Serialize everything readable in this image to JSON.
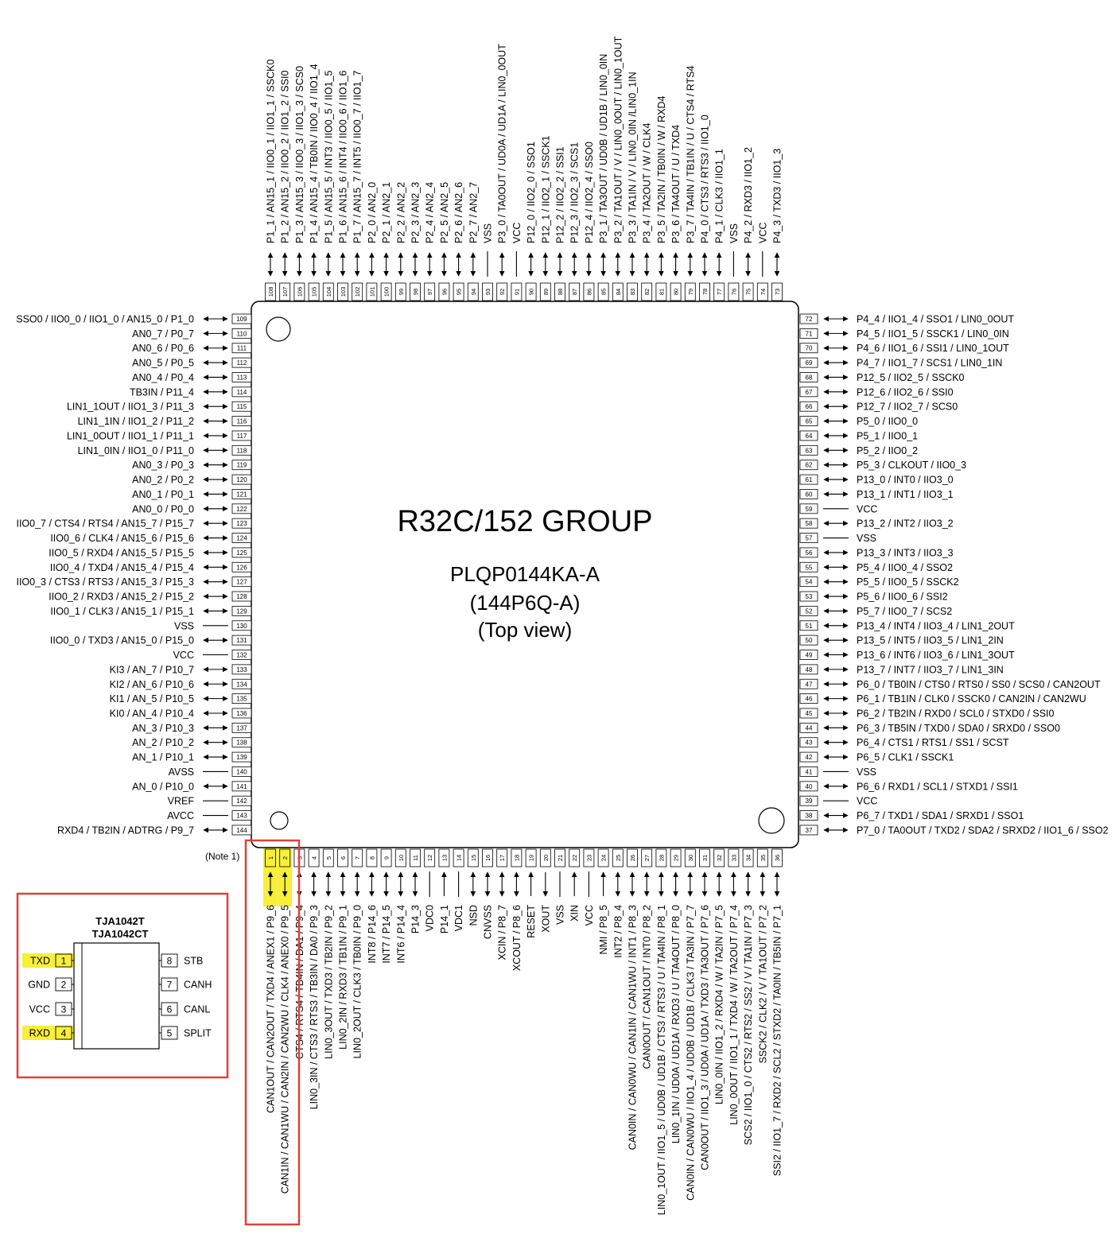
{
  "chip": {
    "title": "R32C/152 GROUP",
    "package": "PLQP0144KA-A",
    "package_alt": "(144P6Q-A)",
    "view": "(Top view)"
  },
  "note_label": "(Note 1)",
  "left_pins": [
    {
      "num": "109",
      "label": "SSO0 / IIO0_0 / IIO1_0 / AN15_0 / P1_0",
      "dir": "bi"
    },
    {
      "num": "110",
      "label": "AN0_7 / P0_7",
      "dir": "bi"
    },
    {
      "num": "111",
      "label": "AN0_6 / P0_6",
      "dir": "bi"
    },
    {
      "num": "112",
      "label": "AN0_5 / P0_5",
      "dir": "bi"
    },
    {
      "num": "113",
      "label": "AN0_4 / P0_4",
      "dir": "bi"
    },
    {
      "num": "114",
      "label": "TB3IN / P11_4",
      "dir": "bi"
    },
    {
      "num": "115",
      "label": "LIN1_1OUT / IIO1_3 / P11_3",
      "dir": "bi"
    },
    {
      "num": "116",
      "label": "LIN1_1IN / IIO1_2 / P11_2",
      "dir": "bi"
    },
    {
      "num": "117",
      "label": "LIN1_0OUT / IIO1_1 / P11_1",
      "dir": "bi"
    },
    {
      "num": "118",
      "label": "LIN1_0IN / IIO1_0 / P11_0",
      "dir": "bi"
    },
    {
      "num": "119",
      "label": "AN0_3 / P0_3",
      "dir": "bi"
    },
    {
      "num": "120",
      "label": "AN0_2 / P0_2",
      "dir": "bi"
    },
    {
      "num": "121",
      "label": "AN0_1 / P0_1",
      "dir": "bi"
    },
    {
      "num": "122",
      "label": "AN0_0 / P0_0",
      "dir": "bi"
    },
    {
      "num": "123",
      "label": "IIO0_7 / CTS4 / RTS4 / AN15_7 / P15_7",
      "dir": "bi"
    },
    {
      "num": "124",
      "label": "IIO0_6 / CLK4 / AN15_6 / P15_6",
      "dir": "bi"
    },
    {
      "num": "125",
      "label": "IIO0_5 / RXD4 / AN15_5 / P15_5",
      "dir": "bi"
    },
    {
      "num": "126",
      "label": "IIO0_4 / TXD4 / AN15_4 / P15_4",
      "dir": "bi"
    },
    {
      "num": "127",
      "label": "IIO0_3 / CTS3 / RTS3 / AN15_3 / P15_3",
      "dir": "bi"
    },
    {
      "num": "128",
      "label": "IIO0_2 / RXD3 / AN15_2 / P15_2",
      "dir": "bi"
    },
    {
      "num": "129",
      "label": "IIO0_1 / CLK3 / AN15_1 / P15_1",
      "dir": "bi"
    },
    {
      "num": "130",
      "label": "VSS",
      "dir": "line"
    },
    {
      "num": "131",
      "label": "IIO0_0 / TXD3 / AN15_0 / P15_0",
      "dir": "bi"
    },
    {
      "num": "132",
      "label": "VCC",
      "dir": "line"
    },
    {
      "num": "133",
      "label": "KI3 / AN_7 / P10_7",
      "dir": "bi"
    },
    {
      "num": "134",
      "label": "KI2 / AN_6 / P10_6",
      "dir": "bi"
    },
    {
      "num": "135",
      "label": "KI1 / AN_5 / P10_5",
      "dir": "bi"
    },
    {
      "num": "136",
      "label": "KI0 / AN_4 / P10_4",
      "dir": "bi"
    },
    {
      "num": "137",
      "label": "AN_3 / P10_3",
      "dir": "bi"
    },
    {
      "num": "138",
      "label": "AN_2 / P10_2",
      "dir": "bi"
    },
    {
      "num": "139",
      "label": "AN_1 / P10_1",
      "dir": "bi"
    },
    {
      "num": "140",
      "label": "AVSS",
      "dir": "line"
    },
    {
      "num": "141",
      "label": "AN_0 / P10_0",
      "dir": "bi"
    },
    {
      "num": "142",
      "label": "VREF",
      "dir": "line"
    },
    {
      "num": "143",
      "label": "AVCC",
      "dir": "line"
    },
    {
      "num": "144",
      "label": "RXD4 / TB2IN / ADTRG / P9_7",
      "dir": "bi"
    }
  ],
  "right_pins": [
    {
      "num": "72",
      "label": "P4_4 / IIO1_4 / SSO1 / LIN0_0OUT",
      "dir": "bi"
    },
    {
      "num": "71",
      "label": "P4_5 / IIO1_5 / SSCK1 / LIN0_0IN",
      "dir": "bi"
    },
    {
      "num": "70",
      "label": "P4_6 / IIO1_6 / SSI1 / LIN0_1OUT",
      "dir": "bi"
    },
    {
      "num": "69",
      "label": "P4_7 / IIO1_7 / SCS1 / LIN0_1IN",
      "dir": "bi"
    },
    {
      "num": "68",
      "label": "P12_5 / IIO2_5 / SSCK0",
      "dir": "bi"
    },
    {
      "num": "67",
      "label": "P12_6 / IIO2_6 / SSI0",
      "dir": "bi"
    },
    {
      "num": "66",
      "label": "P12_7 / IIO2_7 / SCS0",
      "dir": "bi"
    },
    {
      "num": "65",
      "label": "P5_0 / IIO0_0",
      "dir": "bi"
    },
    {
      "num": "64",
      "label": "P5_1 / IIO0_1",
      "dir": "bi"
    },
    {
      "num": "63",
      "label": "P5_2 / IIO0_2",
      "dir": "bi"
    },
    {
      "num": "62",
      "label": "P5_3 / CLKOUT / IIO0_3",
      "dir": "bi"
    },
    {
      "num": "61",
      "label": "P13_0 / INT0 / IIO3_0",
      "dir": "bi"
    },
    {
      "num": "60",
      "label": "P13_1 / INT1 / IIO3_1",
      "dir": "bi"
    },
    {
      "num": "59",
      "label": "VCC",
      "dir": "line"
    },
    {
      "num": "58",
      "label": "P13_2 / INT2 / IIO3_2",
      "dir": "bi"
    },
    {
      "num": "57",
      "label": "VSS",
      "dir": "line"
    },
    {
      "num": "56",
      "label": "P13_3 / INT3 / IIO3_3",
      "dir": "bi"
    },
    {
      "num": "55",
      "label": "P5_4 / IIO0_4 / SSO2",
      "dir": "bi"
    },
    {
      "num": "54",
      "label": "P5_5 / IIO0_5 / SSCK2",
      "dir": "bi"
    },
    {
      "num": "53",
      "label": "P5_6 / IIO0_6 / SSI2",
      "dir": "bi"
    },
    {
      "num": "52",
      "label": "P5_7 / IIO0_7 / SCS2",
      "dir": "bi"
    },
    {
      "num": "51",
      "label": "P13_4 / INT4 / IIO3_4 / LIN1_2OUT",
      "dir": "bi"
    },
    {
      "num": "50",
      "label": "P13_5 / INT5 / IIO3_5 / LIN1_2IN",
      "dir": "bi"
    },
    {
      "num": "49",
      "label": "P13_6 / INT6 / IIO3_6 / LIN1_3OUT",
      "dir": "bi"
    },
    {
      "num": "48",
      "label": "P13_7 / INT7 / IIO3_7 / LIN1_3IN",
      "dir": "bi"
    },
    {
      "num": "47",
      "label": "P6_0 / TB0IN / CTS0 / RTS0 / SS0 / SCS0 / CAN2OUT",
      "dir": "bi"
    },
    {
      "num": "46",
      "label": "P6_1 / TB1IN / CLK0 / SSCK0 / CAN2IN / CAN2WU",
      "dir": "bi"
    },
    {
      "num": "45",
      "label": "P6_2 / TB2IN / RXD0 / SCL0 / STXD0 / SSI0",
      "dir": "bi"
    },
    {
      "num": "44",
      "label": "P6_3 / TB5IN / TXD0 / SDA0 / SRXD0 / SSO0",
      "dir": "bi"
    },
    {
      "num": "43",
      "label": "P6_4 / CTS1 / RTS1 / SS1 / SCST",
      "dir": "bi"
    },
    {
      "num": "42",
      "label": "P6_5 / CLK1 / SSCK1",
      "dir": "bi"
    },
    {
      "num": "41",
      "label": "VSS",
      "dir": "line"
    },
    {
      "num": "40",
      "label": "P6_6 / RXD1 / SCL1 / STXD1 / SSI1",
      "dir": "bi"
    },
    {
      "num": "39",
      "label": "VCC",
      "dir": "line"
    },
    {
      "num": "38",
      "label": "P6_7 / TXD1 / SDA1 / SRXD1 / SSO1",
      "dir": "bi"
    },
    {
      "num": "37",
      "label": "P7_0 / TA0OUT / TXD2 / SDA2 / SRXD2 / IIO1_6 / SSO2",
      "dir": "bi"
    }
  ],
  "top_pins": [
    {
      "num": "108",
      "label": "P1_1 / AN15_1 / IIO0_1 / IIO1_1 / SSCK0",
      "dir": "bi"
    },
    {
      "num": "107",
      "label": "P1_2 / AN15_2 / IIO0_2 / IIO1_2 / SSI0",
      "dir": "bi"
    },
    {
      "num": "106",
      "label": "P1_3 / AN15_3 / IIO0_3 / IIO1_3 / SCS0",
      "dir": "bi"
    },
    {
      "num": "105",
      "label": "P1_4 / AN15_4 / TB0IN / IIO0_4 / IIO1_4",
      "dir": "bi"
    },
    {
      "num": "104",
      "label": "P1_5 / AN15_5 / INT3 / IIO0_5 / IIO1_5",
      "dir": "bi"
    },
    {
      "num": "103",
      "label": "P1_6 / AN15_6 / INT4 / IIO0_6 / IIO1_6",
      "dir": "bi"
    },
    {
      "num": "102",
      "label": "P1_7 / AN15_7 / INT5 / IIO0_7 / IIO1_7",
      "dir": "bi"
    },
    {
      "num": "101",
      "label": "P2_0 / AN2_0",
      "dir": "bi"
    },
    {
      "num": "100",
      "label": "P2_1 / AN2_1",
      "dir": "bi"
    },
    {
      "num": "99",
      "label": "P2_2 / AN2_2",
      "dir": "bi"
    },
    {
      "num": "98",
      "label": "P2_3 / AN2_3",
      "dir": "bi"
    },
    {
      "num": "97",
      "label": "P2_4 / AN2_4",
      "dir": "bi"
    },
    {
      "num": "96",
      "label": "P2_5 / AN2_5",
      "dir": "bi"
    },
    {
      "num": "95",
      "label": "P2_6 / AN2_6",
      "dir": "bi"
    },
    {
      "num": "94",
      "label": "P2_7 / AN2_7",
      "dir": "bi"
    },
    {
      "num": "93",
      "label": "VSS",
      "dir": "line"
    },
    {
      "num": "92",
      "label": "P3_0 / TA0OUT / UD0A / UD1A / LIN0_0OUT",
      "dir": "bi"
    },
    {
      "num": "91",
      "label": "VCC",
      "dir": "line"
    },
    {
      "num": "90",
      "label": "P12_0 / IIO2_0 / SSO1",
      "dir": "bi"
    },
    {
      "num": "89",
      "label": "P12_1 / IIO2_1 / SSCK1",
      "dir": "bi"
    },
    {
      "num": "88",
      "label": "P12_2 / IIO2_2 / SSI1",
      "dir": "bi"
    },
    {
      "num": "87",
      "label": "P12_3 / IIO2_3 / SCS1",
      "dir": "bi"
    },
    {
      "num": "86",
      "label": "P12_4 / IIO2_4 / SSO0",
      "dir": "bi"
    },
    {
      "num": "85",
      "label": "P3_1 / TA3OUT / UD0B / UD1B / LIN0_0IN",
      "dir": "bi"
    },
    {
      "num": "84",
      "label": "P3_2 / TA1OUT / V / LIN0_0OUT / LIN0_1OUT",
      "dir": "bi"
    },
    {
      "num": "83",
      "label": "P3_3 / TA1IN / V / LIN0_0IN /LIN0_1IN",
      "dir": "bi"
    },
    {
      "num": "82",
      "label": "P3_4 / TA2OUT / W / CLK4",
      "dir": "bi"
    },
    {
      "num": "81",
      "label": "P3_5 / TA2IN / TB0IN / W / RXD4",
      "dir": "bi"
    },
    {
      "num": "80",
      "label": "P3_6 / TA4OUT / U / TXD4",
      "dir": "bi"
    },
    {
      "num": "79",
      "label": "P3_7 / TA4IN / TB1IN / U / CTS4 / RTS4",
      "dir": "bi"
    },
    {
      "num": "78",
      "label": "P4_0 / CTS3 / RTS3 / IIO1_0",
      "dir": "bi"
    },
    {
      "num": "77",
      "label": "P4_1 / CLK3 / IIO1_1",
      "dir": "bi"
    },
    {
      "num": "76",
      "label": "VSS",
      "dir": "line"
    },
    {
      "num": "75",
      "label": "P4_2 / RXD3 / IIO1_2",
      "dir": "bi"
    },
    {
      "num": "74",
      "label": "VCC",
      "dir": "line"
    },
    {
      "num": "73",
      "label": "P4_3 / TXD3 / IIO1_3",
      "dir": "bi"
    }
  ],
  "bottom_pins": [
    {
      "num": "1",
      "label": "CAN1OUT / CAN2OUT / TXD4 / ANEX1 / P9_6",
      "dir": "bi",
      "hl": true
    },
    {
      "num": "2",
      "label": "CAN1IN / CAN1WU / CAN2IN / CAN2WU / CLK4 / ANEX0 / P9_5",
      "dir": "bi",
      "hl": true
    },
    {
      "num": "3",
      "label": "CTS4 / RTS4 / TB4IN / DA1 / P9_4",
      "dir": "bi"
    },
    {
      "num": "4",
      "label": "LIN0_3IN / CTS3 / RTS3 / TB3IN / DA0 / P9_3",
      "dir": "bi"
    },
    {
      "num": "5",
      "label": "LIN0_3OUT / TXD3 / TB2IN / P9_2",
      "dir": "bi"
    },
    {
      "num": "6",
      "label": "LIN0_2IN / RXD3 / TB1IN / P9_1",
      "dir": "bi"
    },
    {
      "num": "7",
      "label": "LIN0_2OUT / CLK3 / TB0IN / P9_0",
      "dir": "bi"
    },
    {
      "num": "8",
      "label": "INT8 / P14_6",
      "dir": "bi"
    },
    {
      "num": "9",
      "label": "INT7 / P14_5",
      "dir": "bi"
    },
    {
      "num": "10",
      "label": "INT6 / P14_4",
      "dir": "bi"
    },
    {
      "num": "11",
      "label": "P14_3",
      "dir": "bi"
    },
    {
      "num": "12",
      "label": "VDC0",
      "dir": "line"
    },
    {
      "num": "13",
      "label": "P14_1",
      "dir": "in"
    },
    {
      "num": "14",
      "label": "VDC1",
      "dir": "line"
    },
    {
      "num": "15",
      "label": "NSD",
      "dir": "bi"
    },
    {
      "num": "16",
      "label": "CNVSS",
      "dir": "bi"
    },
    {
      "num": "17",
      "label": "XCIN / P8_7",
      "dir": "bi"
    },
    {
      "num": "18",
      "label": "XCOUT / P8_6",
      "dir": "bi"
    },
    {
      "num": "19",
      "label": "RESET",
      "dir": "in"
    },
    {
      "num": "20",
      "label": "XOUT",
      "dir": "out"
    },
    {
      "num": "21",
      "label": "VSS",
      "dir": "line"
    },
    {
      "num": "22",
      "label": "XIN",
      "dir": "in"
    },
    {
      "num": "23",
      "label": "VCC",
      "dir": "line"
    },
    {
      "num": "24",
      "label": "NMI / P8_5",
      "dir": "in"
    },
    {
      "num": "25",
      "label": "INT2 / P8_4",
      "dir": "bi"
    },
    {
      "num": "26",
      "label": "CAN0IN / CAN0WU / CAN1IN / CAN1WU / INT1 / P8_3",
      "dir": "bi"
    },
    {
      "num": "27",
      "label": "CAN0OUT / CAN1OUT / INT0 / P8_2",
      "dir": "bi"
    },
    {
      "num": "28",
      "label": "LIN0_1OUT / IIO1_5 / UD0B / UD1B / CTS3 / RTS3 / U / TA4IN / P8_1",
      "dir": "bi"
    },
    {
      "num": "29",
      "label": "LIN0_1IN / UD0A / UD1A / RXD3 / U / TA4OUT / P8_0",
      "dir": "bi"
    },
    {
      "num": "30",
      "label": "CAN0IN / CAN0WU / IIO1_4 / UD0B / UD1B / CLK3 / TA3IN / P7_7",
      "dir": "bi"
    },
    {
      "num": "31",
      "label": "CAN0OUT / IIO1_3 / UD0A / UD1A / TXD3 / TA3OUT / P7_6",
      "dir": "bi"
    },
    {
      "num": "32",
      "label": "LIN0_0IN / IIO1_2 / RXD4 / W / TA2IN / P7_5",
      "dir": "bi"
    },
    {
      "num": "33",
      "label": "LIN0_0OUT / IIO1_1 / TXD4 / W / TA2OUT / P7_4",
      "dir": "bi"
    },
    {
      "num": "34",
      "label": "SCS2 / IIO1_0 / CTS2 / RTS2 / SS2 / V / TA1IN / P7_3",
      "dir": "bi"
    },
    {
      "num": "35",
      "label": "SSCK2 / CLK2 / V / TA1OUT / P7_2",
      "dir": "bi"
    },
    {
      "num": "36",
      "label": "SSI2 / IIO1_7 / RXD2 / SCL2 / STXD2 / TA0IN / TB5IN / P7_1",
      "dir": "bi"
    }
  ],
  "transceiver": {
    "name_line1": "TJA1042T",
    "name_line2": "TJA1042CT",
    "left": [
      {
        "num": "1",
        "label": "TXD",
        "hl": true
      },
      {
        "num": "2",
        "label": "GND",
        "hl": false
      },
      {
        "num": "3",
        "label": "VCC",
        "hl": false
      },
      {
        "num": "4",
        "label": "RXD",
        "hl": true
      }
    ],
    "right": [
      {
        "num": "8",
        "label": "STB"
      },
      {
        "num": "7",
        "label": "CANH"
      },
      {
        "num": "6",
        "label": "CANL"
      },
      {
        "num": "5",
        "label": "SPLIT"
      }
    ]
  },
  "colors": {
    "highlight": "#f7ef3a",
    "callout": "#e0403c",
    "line": "#000000"
  }
}
